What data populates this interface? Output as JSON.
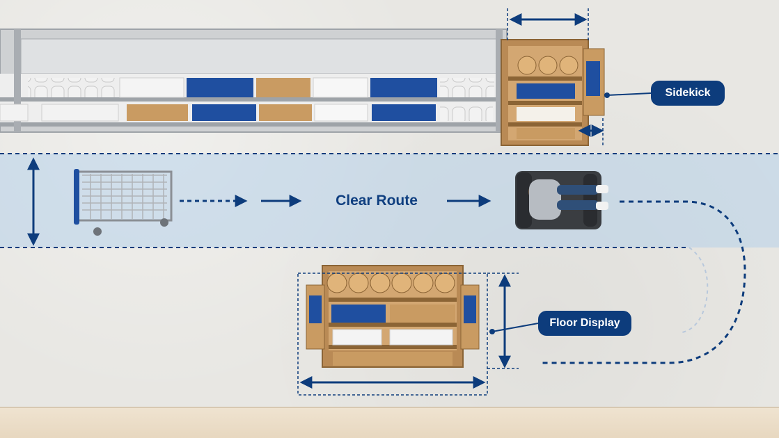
{
  "route": {
    "label": "Clear Route"
  },
  "callouts": {
    "sidekick": "Sidekick",
    "floor_display": "Floor Display"
  },
  "colors": {
    "accent": "#0d3c7c",
    "route_band": "#c6dbee",
    "floor": "#e8e7e3",
    "cardboard": "#c99b62"
  },
  "icons": [
    "shopping-cart-icon",
    "wheelchair-user-icon",
    "arrow-right-icon",
    "double-arrow-icon"
  ]
}
